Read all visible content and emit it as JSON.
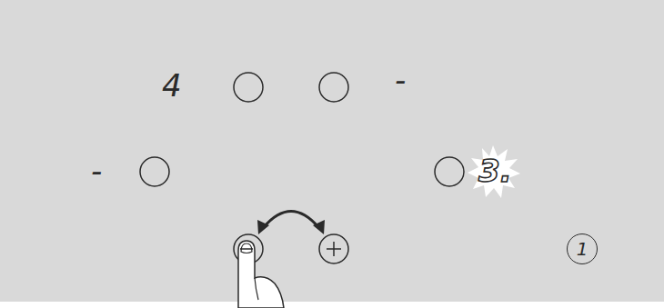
{
  "diagram": {
    "nodes": [
      {
        "text": [
          "1"
        ]
      }
    ],
    "labels": [
      "4",
      "-",
      "-",
      "3."
    ]
  }
}
